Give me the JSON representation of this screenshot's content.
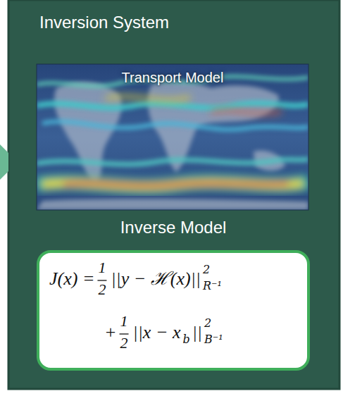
{
  "diagram": {
    "nodes": [
      {
        "text": [
          "Inversion System"
        ]
      },
      {
        "text": [
          "Transport Model"
        ],
        "in": 0
      },
      {
        "text": [
          "Inverse Model",
          "J(x) =",
          "1",
          "2",
          "||y − ℋ(x)||",
          "2",
          "R⁻¹",
          "+",
          "1",
          "2",
          "||x − x",
          "b",
          "||",
          "2",
          "B⁻¹"
        ],
        "in": 0
      }
    ]
  }
}
